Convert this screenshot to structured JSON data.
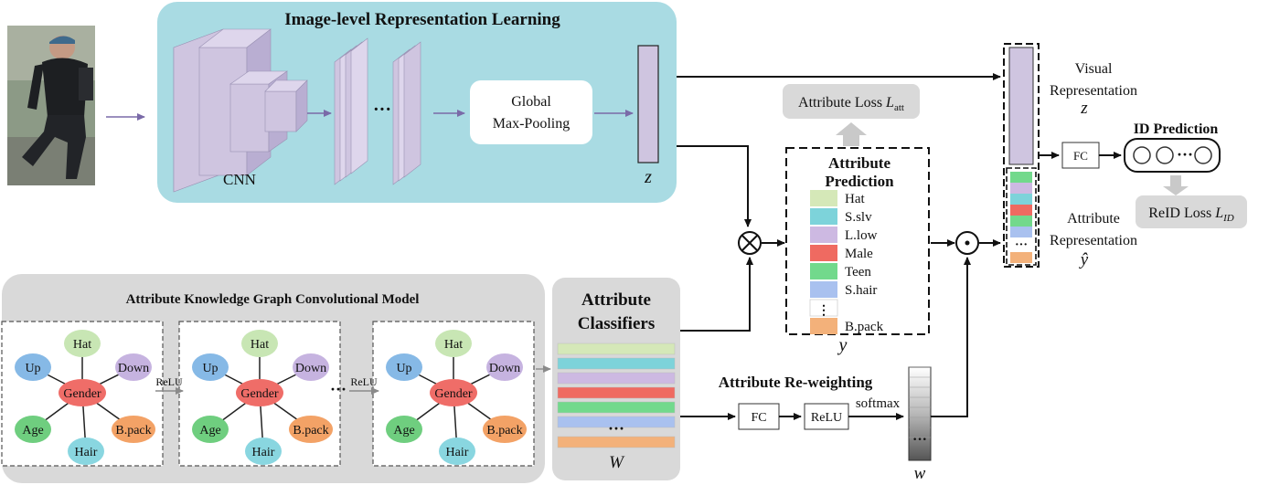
{
  "image_level": {
    "title": "Image-level Representation Learning",
    "cnn_label": "CNN",
    "ellipsis": "···",
    "gmp_line1": "Global",
    "gmp_line2": "Max-Pooling",
    "z_label": "z"
  },
  "attribute_loss": {
    "text": "Attribute Loss ",
    "symbol": "L",
    "subscript": "att"
  },
  "attribute_prediction": {
    "title_line1": "Attribute",
    "title_line2": "Prediction",
    "items": [
      {
        "label": "Hat",
        "color": "#d5e8b8"
      },
      {
        "label": "S.slv",
        "color": "#7dd3da"
      },
      {
        "label": "L.low",
        "color": "#cdb9e2"
      },
      {
        "label": "Male",
        "color": "#ef6a61"
      },
      {
        "label": "Teen",
        "color": "#72d98c"
      },
      {
        "label": "S.hair",
        "color": "#a9c1ef"
      },
      {
        "label": "",
        "color": "#ffffff"
      },
      {
        "label": "B.pack",
        "color": "#f3b17a"
      }
    ],
    "y_label": "y"
  },
  "visual_rep": {
    "line1": "Visual",
    "line2": "Representation",
    "symbol": "z"
  },
  "attribute_rep": {
    "line1": "Attribute",
    "line2": "Representation",
    "symbol": "ŷ"
  },
  "fc_label": "FC",
  "id_prediction": {
    "title": "ID Prediction",
    "dots": "···"
  },
  "reid_loss": {
    "text": "ReID Loss ",
    "symbol": "L",
    "subscript": "ID"
  },
  "graph_model": {
    "title": "Attribute Knowledge Graph Convolutional Model",
    "relu": "ReLU",
    "nodes": {
      "hat": "Hat",
      "up": "Up",
      "down": "Down",
      "gender": "Gender",
      "age": "Age",
      "bpack": "B.pack",
      "hair": "Hair"
    },
    "node_colors": {
      "hat": "#c8e6b4",
      "up": "#86b9e6",
      "down": "#c6b3e0",
      "gender": "#ef6d68",
      "age": "#6fce7f",
      "bpack": "#f3a266",
      "hair": "#89d6e0"
    }
  },
  "classifiers": {
    "line1": "Attribute",
    "line2": "Classifiers",
    "bar_colors": [
      "#d5e8b8",
      "#7dd3da",
      "#cdb9e2",
      "#ef6a61",
      "#72d98c",
      "#a9c1ef",
      "#f3b17a"
    ],
    "dots": "···",
    "w_label": "W"
  },
  "reweighting": {
    "title": "Attribute Re-weighting",
    "fc": "FC",
    "relu": "ReLU",
    "softmax": "softmax",
    "w_label": "w"
  },
  "colors": {
    "panel_blue": "#a9dbe3",
    "panel_gray": "#d9d9d9",
    "feature_purple": "#cfc5e0",
    "arrow_purple": "#7a6aa8"
  }
}
